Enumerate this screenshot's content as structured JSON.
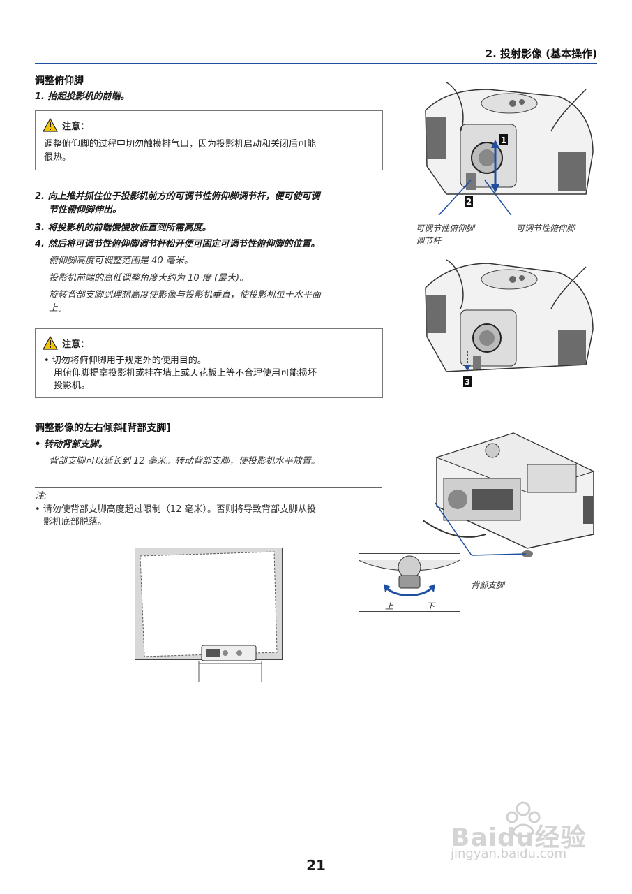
{
  "header": {
    "section_title": "2. 投射影像 (基本操作)"
  },
  "section1": {
    "heading": "调整俯仰脚",
    "step1": "1. 抬起投影机的前端。",
    "caution1": {
      "label": "注意：",
      "text_line1": "调整俯仰脚的过程中切勿触摸排气口，因为投影机启动和关闭后可能",
      "text_line2": "很热。"
    },
    "step2_line1": "2. 向上推并抓住位于投影机前方的可调节性俯仰脚调节杆，便可使可调",
    "step2_line2": "节性俯仰脚伸出。",
    "step3": "3. 将投影机的前端慢慢放低直到所需高度。",
    "step4": "4. 然后将可调节性俯仰脚调节杆松开便可固定可调节性俯仰脚的位置。",
    "sub1": "俯仰脚高度可调整范围是 40 毫米。",
    "sub2": "投影机前端的高低调整角度大约为 10 度 (最大)。",
    "sub3_line1": "旋转背部支脚到理想高度使影像与投影机垂直，使投影机位于水平面",
    "sub3_line2": "上。",
    "caution2": {
      "label": "注意：",
      "bullet_line1": "• 切勿将俯仰脚用于规定外的使用目的。",
      "bullet_line2": "用俯仰脚提拿投影机或挂在墙上或天花板上等不合理使用可能损坏",
      "bullet_line3": "投影机。"
    }
  },
  "section2": {
    "heading": "调整影像的左右倾斜[背部支脚]",
    "bullet": "•   转动背部支脚。",
    "sub": "背部支脚可以延长到 12 毫米。转动背部支脚，使投影机水平放置。",
    "note_label": "注:",
    "note_line1": "• 请勿使背部支脚高度超过限制（12 毫米）。否则将导致背部支脚从投",
    "note_line2": "影机底部脱落。"
  },
  "figures": {
    "fig1_label_left_line1": "可调节性俯仰脚",
    "fig1_label_left_line2": "调节杆",
    "fig1_label_right": "可调节性俯仰脚",
    "fig1_step1": "1",
    "fig1_step2": "2",
    "fig1_step3": "3",
    "fig3_label": "背部支脚",
    "knob_up": "上",
    "knob_down": "下"
  },
  "page_number": "21",
  "watermark": {
    "brand": "Baidu经验",
    "url": "jingyan.baidu.com"
  },
  "colors": {
    "accent_blue": "#1e4fa0",
    "caution_yellow": "#f5c400"
  }
}
